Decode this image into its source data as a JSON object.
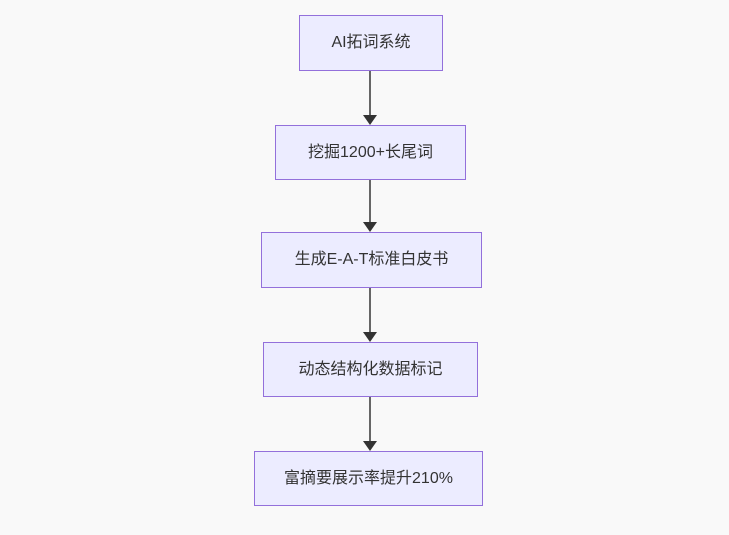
{
  "diagram": {
    "type": "flowchart",
    "direction": "top-down",
    "nodes": [
      {
        "id": "step-1",
        "label": "AI拓词系统"
      },
      {
        "id": "step-2",
        "label": "挖掘1200+长尾词"
      },
      {
        "id": "step-3",
        "label": "生成E-A-T标准白皮书"
      },
      {
        "id": "step-4",
        "label": "动态结构化数据标记"
      },
      {
        "id": "step-5",
        "label": "富摘要展示率提升210%"
      }
    ],
    "edges": [
      {
        "from": "step-1",
        "to": "step-2"
      },
      {
        "from": "step-2",
        "to": "step-3"
      },
      {
        "from": "step-3",
        "to": "step-4"
      },
      {
        "from": "step-4",
        "to": "step-5"
      }
    ],
    "colors": {
      "node_fill": "#ECECFF",
      "node_border": "#9370DB",
      "node_text": "#333333",
      "edge_line": "#666666",
      "arrowhead": "#333333",
      "background": "#f9f9f9"
    }
  }
}
